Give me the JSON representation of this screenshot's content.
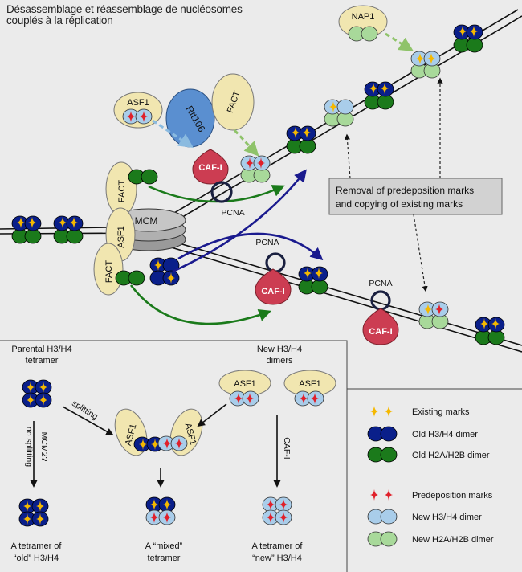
{
  "title": {
    "line1": "Désassemblage et réassemblage de nucléosomes",
    "line2": "couplés à la réplication"
  },
  "proteins": {
    "nap1": "NAP1",
    "asf1": "ASF1",
    "rtt106": "Rtt106",
    "fact": "FACT",
    "cafi": "CAF-I",
    "pcna": "PCNA",
    "mcm": "MCM"
  },
  "annotation": {
    "line1": "Removal of predeposition marks",
    "line2": "and copying of existing marks"
  },
  "panel": {
    "parental_line1": "Parental H3/H4",
    "parental_line2": "tetramer",
    "new_line1": "New H3/H4",
    "new_line2": "dimers",
    "splitting": "splitting",
    "no_splitting": "no splitting",
    "mcm2q": "MCM2?",
    "cafi": "CAF-I",
    "old_tetramer_line1": "A tetramer of",
    "old_tetramer_line2": "“old” H3/H4",
    "mixed_line1": "A “mixed”",
    "mixed_line2": "tetramer",
    "new_tetramer_line1": "A tetramer of",
    "new_tetramer_line2": "“new” H3/H4"
  },
  "legend": {
    "existing_marks": "Existing marks",
    "old_h3h4": "Old H3/H4 dimer",
    "old_h2ah2b": "Old H2A/H2B dimer",
    "predeposition": "Predeposition marks",
    "new_h3h4": "New H3/H4 dimer",
    "new_h2ah2b": "New H2A/H2B dimer"
  },
  "colors": {
    "old_h3h4": "#0a1f8a",
    "old_h2ah2b": "#1b7a1b",
    "new_h3h4": "#a9cdea",
    "new_h2ah2b": "#a8d99a",
    "chaperone": "#f1e6b0",
    "rtt106": "#5a8fd0",
    "cafi": "#cc3d52",
    "existing_mark": "#f5b800",
    "predeposition_mark": "#e0202a",
    "green_arrow": "#1a7a1a",
    "blue_arrow": "#1a1a8e"
  }
}
